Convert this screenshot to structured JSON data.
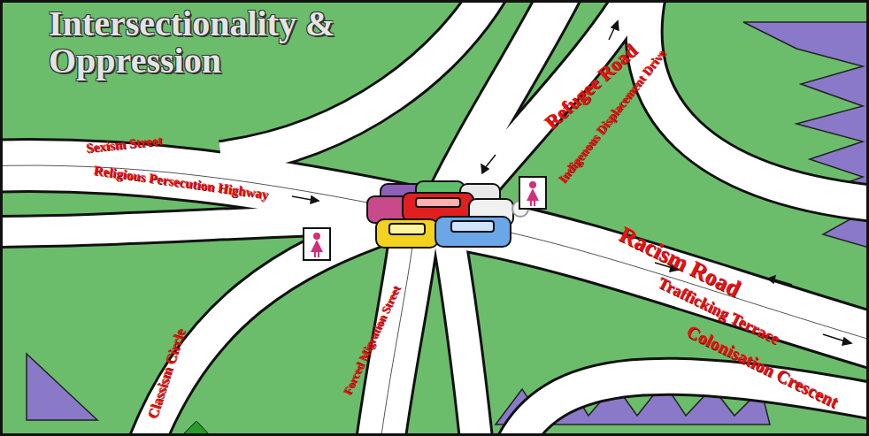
{
  "diagram": {
    "title": "Intersectionality & Oppression",
    "labels": [
      "Sexism Street",
      "Religious Persecution Highway",
      "Refugee Road",
      "Indigenous Displacement Drive",
      "Racism Road",
      "Trafficking Terrace",
      "Colonisation Crescent",
      "Forced Migration Street",
      "Classism Circle"
    ]
  }
}
